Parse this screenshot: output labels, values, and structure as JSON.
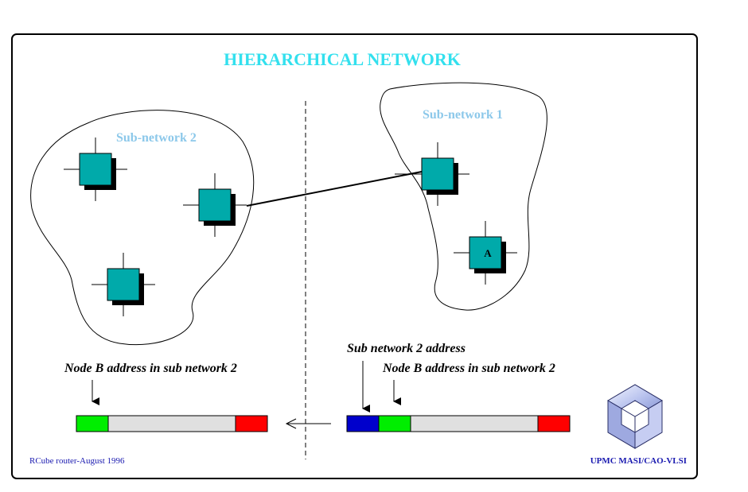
{
  "title": "HIERARCHICAL NETWORK",
  "subnet_left_label": "Sub-network 2",
  "subnet_right_label": "Sub-network 1",
  "node_a_label": "A",
  "left_packet": {
    "field_label": "Node B address in sub network 2",
    "segments": [
      "#00ee00",
      "#e0e0e0",
      "#ff0000"
    ]
  },
  "right_packet": {
    "subnet_label": "Sub network 2 address",
    "field_label": "Node B address in sub network 2",
    "segments": [
      "#0000cc",
      "#00ee00",
      "#e0e0e0",
      "#ff0000"
    ]
  },
  "footer": {
    "left": "RCube router-August 1996",
    "right": "UPMC MASI/CAO-VLSI"
  },
  "colors": {
    "node_fill": "#00aaaa",
    "node_shadow": "#000000",
    "title": "#33e0ee",
    "subnet_label": "#8cc8ea",
    "footer": "#1a1ab0"
  }
}
